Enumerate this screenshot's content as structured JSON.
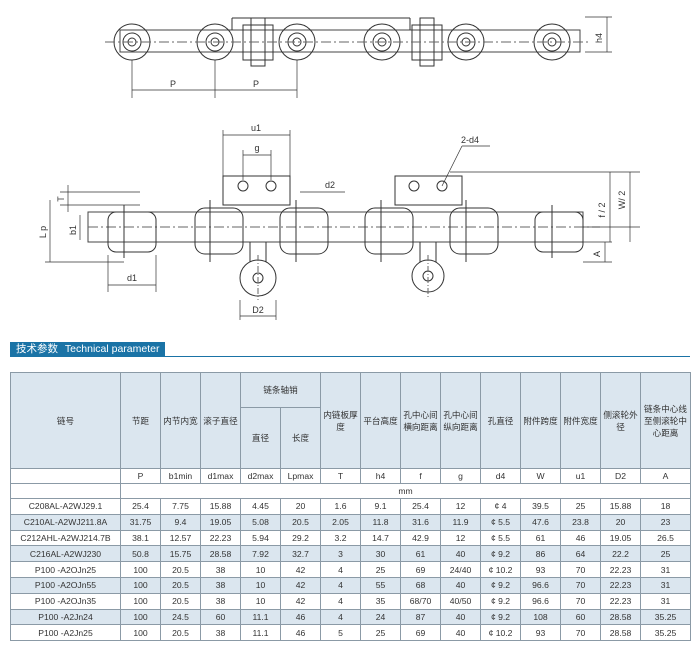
{
  "drawing_labels": {
    "h4": "h4",
    "p1": "P",
    "p2": "P",
    "u1": "u1",
    "g": "g",
    "two_d4": "2-d4",
    "d2": "d2",
    "T": "T",
    "b1": "b1",
    "Lp": "L p",
    "d1": "d1",
    "D2": "D2",
    "f2": "f / 2",
    "W2": "W/ 2",
    "A": "A"
  },
  "section": {
    "title_cn": "技术参数",
    "title_en": "Technical parameter"
  },
  "table": {
    "headers": {
      "chain_no": "链号",
      "pitch": "节距",
      "inner_width": "内节内宽",
      "roller_dia": "滚子直径",
      "pin_group": "链条轴销",
      "pin_dia": "直径",
      "pin_len": "长度",
      "inner_plate": "内链板厚度",
      "platform_h": "平台高度",
      "hole_f": "孔中心间横向距离",
      "hole_g": "孔中心间纵向距离",
      "hole_d": "孔直径",
      "att_span": "附件跨度",
      "att_width": "附件宽度",
      "side_roller": "侧滚轮外径",
      "center_dist": "链条中心线至侧滚轮中心距离"
    },
    "symbols": [
      "P",
      "b1min",
      "d1max",
      "d2max",
      "Lpmax",
      "T",
      "h4",
      "f",
      "g",
      "d4",
      "W",
      "u1",
      "D2",
      "A"
    ],
    "unit": "mm",
    "rows": [
      [
        "C208AL-A2WJ29.1",
        "25.4",
        "7.75",
        "15.88",
        "4.45",
        "20",
        "1.6",
        "9.1",
        "25.4",
        "12",
        "¢ 4",
        "39.5",
        "25",
        "15.88",
        "18"
      ],
      [
        "C210AL-A2WJ211.8A",
        "31.75",
        "9.4",
        "19.05",
        "5.08",
        "20.5",
        "2.05",
        "11.8",
        "31.6",
        "11.9",
        "¢ 5.5",
        "47.6",
        "23.8",
        "20",
        "23"
      ],
      [
        "C212AHL-A2WJ214.7B",
        "38.1",
        "12.57",
        "22.23",
        "5.94",
        "29.2",
        "3.2",
        "14.7",
        "42.9",
        "12",
        "¢ 5.5",
        "61",
        "46",
        "19.05",
        "26.5"
      ],
      [
        "C216AL-A2WJ230",
        "50.8",
        "15.75",
        "28.58",
        "7.92",
        "32.7",
        "3",
        "30",
        "61",
        "40",
        "¢ 9.2",
        "86",
        "64",
        "22.2",
        "25"
      ],
      [
        "P100 -A2OJn25",
        "100",
        "20.5",
        "38",
        "10",
        "42",
        "4",
        "25",
        "69",
        "24/40",
        "¢ 10.2",
        "93",
        "70",
        "22.23",
        "31"
      ],
      [
        "P100 -A2OJn55",
        "100",
        "20.5",
        "38",
        "10",
        "42",
        "4",
        "55",
        "68",
        "40",
        "¢ 9.2",
        "96.6",
        "70",
        "22.23",
        "31"
      ],
      [
        "P100 -A2OJn35",
        "100",
        "20.5",
        "38",
        "10",
        "42",
        "4",
        "35",
        "68/70",
        "40/50",
        "¢ 9.2",
        "96.6",
        "70",
        "22.23",
        "31"
      ],
      [
        "P100 -A2Jn24",
        "100",
        "24.5",
        "60",
        "11.1",
        "46",
        "4",
        "24",
        "87",
        "40",
        "¢ 9.2",
        "108",
        "60",
        "28.58",
        "35.25"
      ],
      [
        "P100 -A2Jn25",
        "100",
        "20.5",
        "38",
        "11.1",
        "46",
        "5",
        "25",
        "69",
        "40",
        "¢ 10.2",
        "93",
        "70",
        "28.58",
        "35.25"
      ]
    ]
  }
}
